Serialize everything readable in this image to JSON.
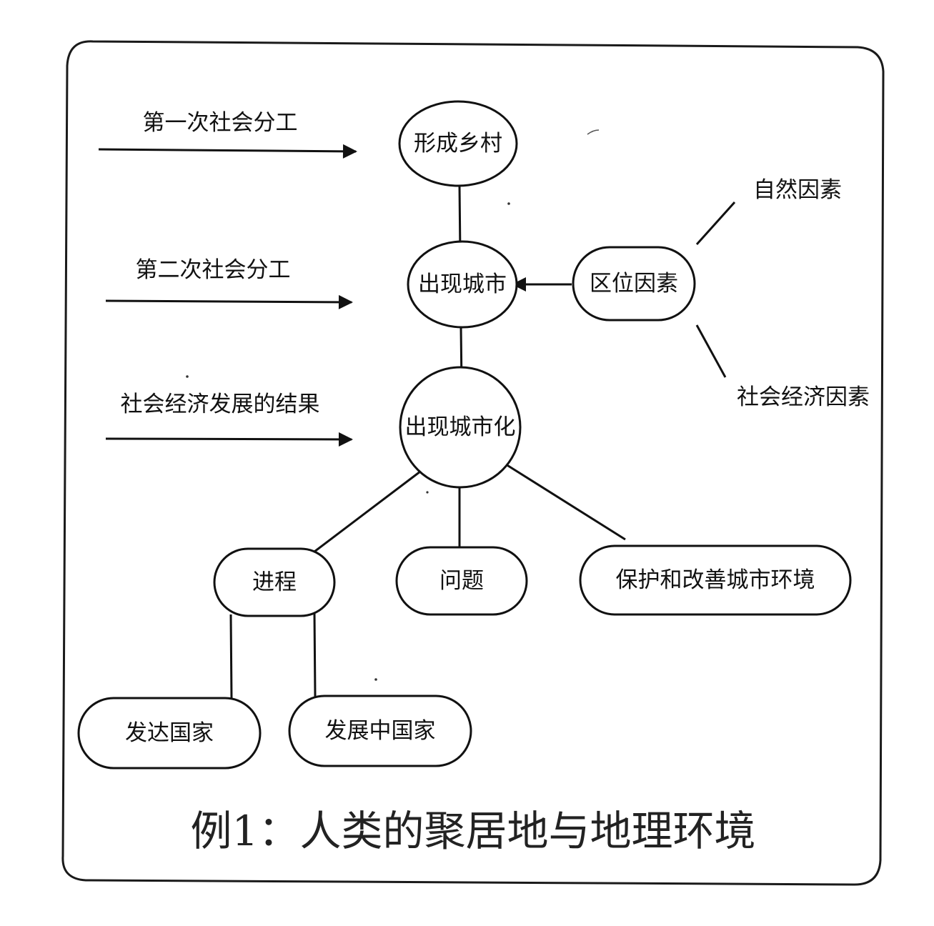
{
  "diagram": {
    "nodes": {
      "village": "形成乡村",
      "city": "出现城市",
      "urbanization": "出现城市化",
      "location_factors": "区位因素",
      "process": "进程",
      "problems": "问题",
      "protect": "保护和改善城市环境",
      "developed": "发达国家",
      "developing": "发展中国家"
    },
    "side_labels": {
      "first_division": "第一次社会分工",
      "second_division": "第二次社会分工",
      "result": "社会经济发展的结果"
    },
    "factor_labels": {
      "natural": "自然因素",
      "socioeconomic": "社会经济因素"
    },
    "caption": "例1：人类的聚居地与地理环境"
  }
}
